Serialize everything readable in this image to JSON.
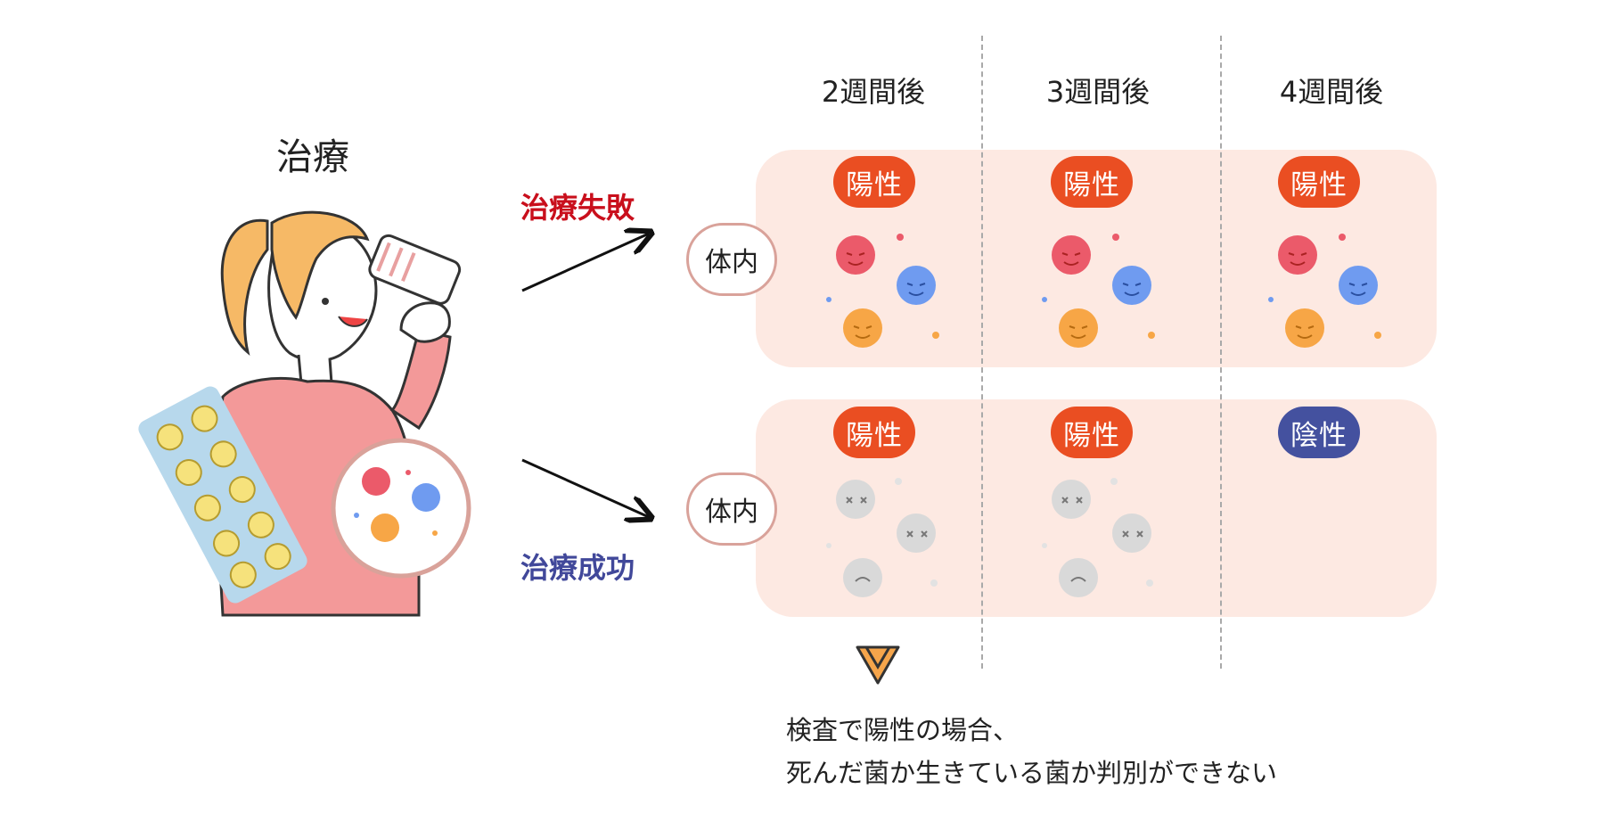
{
  "title": "治療",
  "weeks": [
    "2週間後",
    "3週間後",
    "4週間後"
  ],
  "outcomes": {
    "failure": "治療失敗",
    "success": "治療成功"
  },
  "body_label": "体内",
  "rows": [
    {
      "name": "failure",
      "results": [
        "陽性",
        "陽性",
        "陽性"
      ]
    },
    {
      "name": "success",
      "results": [
        "陽性",
        "陽性",
        "陰性"
      ]
    }
  ],
  "note": [
    "検査で陽性の場合、",
    "死んだ菌か生きている菌か判別ができない"
  ],
  "colors": {
    "positive": "#ea4e22",
    "negative": "#44519f",
    "failure_text": "#c90f1c",
    "success_text": "#41489a",
    "band": "#fde9e2",
    "bacteria_red": "#eb5a6a",
    "bacteria_blue": "#6f9bf0",
    "bacteria_orange": "#f7a646",
    "bacteria_dead": "#d9d9d9"
  },
  "icons": [
    "woman-drinking-illustration",
    "pill-blister-icon",
    "bacteria-icon",
    "dead-bacteria-icon",
    "arrow-icon",
    "down-chevron-icon"
  ]
}
